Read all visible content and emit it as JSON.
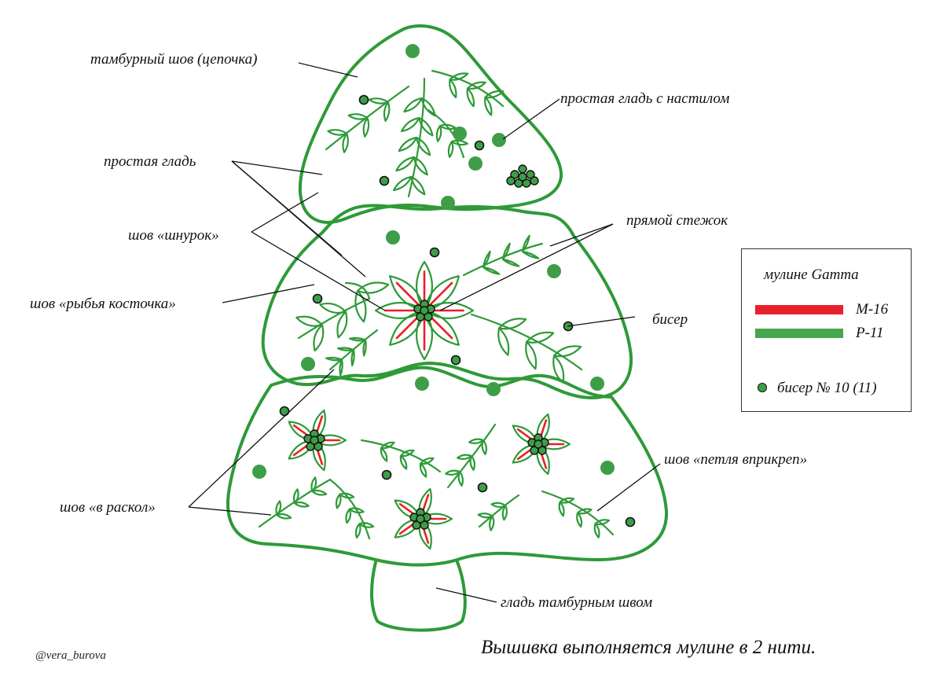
{
  "labels": {
    "chain_stitch": "тамбурный шов (цепочка)",
    "padded_satin": "простая гладь с настилом",
    "simple_satin": "простая гладь",
    "straight_stitch": "прямой стежок",
    "cord_stitch": "шов «шнурок»",
    "fishbone_stitch": "шов «рыбья косточка»",
    "beads": "бисер",
    "split_stitch": "шов «в раскол»",
    "lazy_daisy": "шов «петля вприкреп»",
    "chain_satin": "гладь тамбурным швом"
  },
  "legend": {
    "title": "мулине Gamma",
    "items": [
      {
        "code": "M-16",
        "color": "#e8202a"
      },
      {
        "code": "P-11",
        "color": "#46a64e"
      }
    ],
    "bead_label": "бисер № 10 (11)",
    "bead_color": "#3e9e47"
  },
  "colors": {
    "outline_green": "#2e9a38",
    "thread_red": "#e8202a",
    "bead_fill": "#3e9e47",
    "text": "#111111"
  },
  "footer": {
    "credit": "@vera_burova",
    "note": "Вышивка выполняется мулине в 2 нити."
  }
}
